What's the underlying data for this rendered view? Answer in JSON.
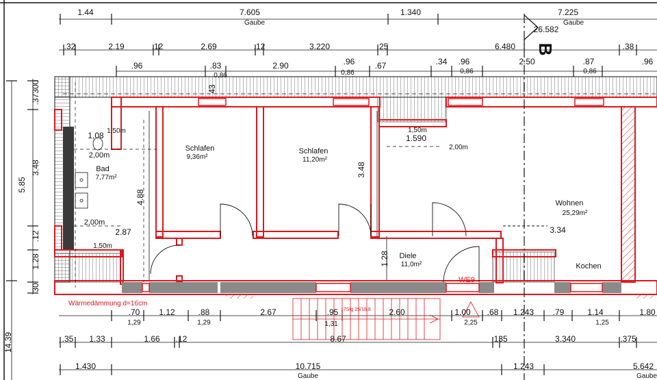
{
  "colors": {
    "wall": "#e0161b",
    "ink": "#111111",
    "hatch": "#777777",
    "grey_fill": "#8a8a8a",
    "dark_fill": "#3a3a3a",
    "paper": "#ffffff"
  },
  "section_mark": "B",
  "unit_label": "WE9",
  "insulation_note": "Wärmedämmung d=16cm",
  "stair_note": "17Stg 25/18,8",
  "rooms": [
    {
      "id": "schlafen1",
      "name": "Schlafen",
      "area": "9,36m²"
    },
    {
      "id": "schlafen2",
      "name": "Schlafen",
      "area": "11,20m²"
    },
    {
      "id": "bad",
      "name": "Bad",
      "area": "7,77m²"
    },
    {
      "id": "diele",
      "name": "Diele",
      "area": "11,0m²"
    },
    {
      "id": "wohnen",
      "name": "Wohnen",
      "area": "25,29m²"
    },
    {
      "id": "kochen",
      "name": "Kochen",
      "area": ""
    }
  ],
  "dimensions": {
    "top_row1": [
      "1.44",
      "7.605",
      "1.340",
      "7.225"
    ],
    "top_row1_sub": [
      "Gaube",
      "Gaube"
    ],
    "elevation": "26.582",
    "top_row2": [
      ".32",
      "2.19",
      ".12",
      "2.69",
      ".12",
      "3.220",
      ".25",
      "6.480",
      ".38"
    ],
    "top_row3": [
      ".96",
      ".83",
      "2.90",
      ".96",
      ".67",
      ".34",
      ".96",
      "2.50",
      ".87",
      ".96"
    ],
    "top_row3_sub": [
      "0,86",
      "0,86",
      "0,86",
      "0,86"
    ],
    "left_vertical": [
      ".37300",
      "3.48",
      "5.85",
      ".12",
      "1.28",
      "30",
      "14.39"
    ],
    "interior": [
      "1,08",
      "1,50m",
      "2,00m",
      "2,00m",
      "2.87",
      "1,50m",
      "4.88",
      "43",
      "3.48",
      "1,50m",
      "1.590",
      "2,00m",
      "3.34",
      "1.28"
    ],
    "bottom_row1": [
      ".70",
      "1.12",
      ".88",
      "2.67",
      ".95",
      "2.60",
      "1.00",
      ".68",
      "1.243",
      ".79",
      "1.14",
      "1.80"
    ],
    "bottom_row1_sub": [
      "1,29",
      "1,29",
      "1,31",
      "2,25",
      "1,25"
    ],
    "bottom_row2": [
      ".35",
      "1.33",
      "1.66",
      ".12",
      "8.67",
      ".135",
      "3.340",
      ".375"
    ],
    "bottom_row3": [
      "1.430",
      "10.715",
      "1.243",
      "5.642"
    ],
    "bottom_row3_sub": [
      "Gaube",
      "Gaube"
    ]
  }
}
